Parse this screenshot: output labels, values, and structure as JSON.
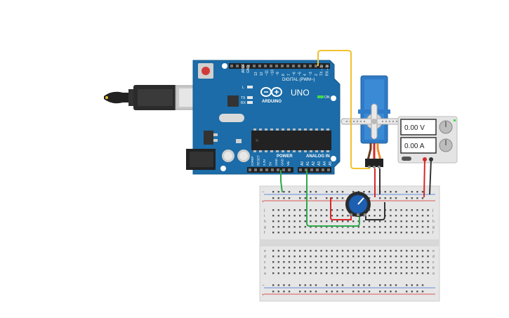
{
  "arduino": {
    "logo_text": "UNO",
    "brand_text": "ARDUINO",
    "digital_header": "DIGITAL (PWM~)",
    "power_header": "POWER",
    "analog_header": "ANALOG IN",
    "on_label": "ON",
    "tx_label": "TX",
    "rx_label": "RX",
    "l_label": "L",
    "aref_label": "AREF",
    "gnd_label": "GND",
    "digital_pins": [
      "13",
      "12",
      "~11",
      "~10",
      "~9",
      "8",
      "7",
      "~6",
      "~5",
      "4",
      "~3",
      "2",
      "TX→1",
      "RX←0"
    ],
    "power_pins": [
      "IOREF",
      "RESET",
      "3.3V",
      "5V",
      "GND",
      "GND",
      "Vin"
    ],
    "analog_pins": [
      "A0",
      "A1",
      "A2",
      "A3",
      "A4",
      "A5"
    ]
  },
  "power_supply": {
    "voltage_display": "0.00 V",
    "current_display": "0.00 A"
  },
  "breadboard": {
    "row_letters_top": [
      "j",
      "i",
      "h",
      "g",
      "f"
    ],
    "row_letters_bottom": [
      "e",
      "d",
      "c",
      "b",
      "a"
    ]
  },
  "colors": {
    "board_blue": "#1b6ca8",
    "wire_yellow": "#f2c12e",
    "wire_green": "#2ea84a",
    "wire_red": "#d62828",
    "wire_black": "#333333",
    "servo_blue": "#2f7bc7"
  }
}
